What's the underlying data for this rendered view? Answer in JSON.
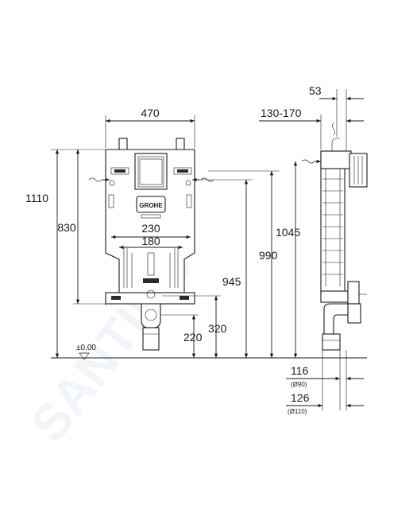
{
  "dimensions": {
    "width_470": "470",
    "height_1110": "1110",
    "height_830": "830",
    "width_230": "230",
    "width_180": "180",
    "height_945": "945",
    "height_990": "990",
    "height_1045": "1045",
    "height_320": "320",
    "height_220": "220",
    "depth_53": "53",
    "depth_130_170": "130-170",
    "depth_116": "116",
    "diameter_90": "(Ø90)",
    "depth_126": "126",
    "diameter_110": "(Ø110)",
    "floor_level": "±0,00"
  },
  "brand": {
    "logo_text": "GROHE"
  },
  "watermark": "SANTINO",
  "colors": {
    "line": "#1a1a1a",
    "watermark": "#d8e3ee"
  }
}
